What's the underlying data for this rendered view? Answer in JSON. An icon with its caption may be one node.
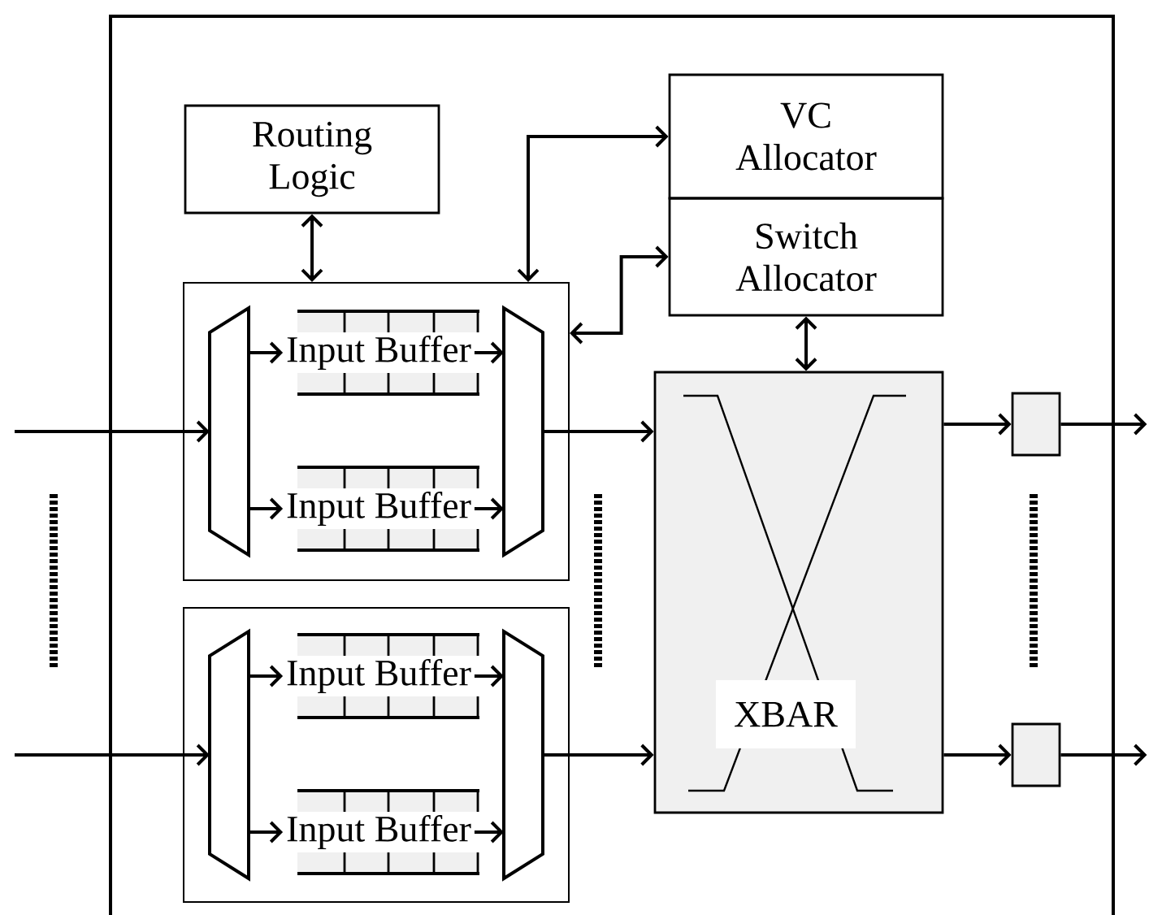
{
  "diagram": {
    "nodes": [
      {
        "text": [
          "Routing Logic"
        ]
      },
      {
        "text": [
          "VC Allocator"
        ]
      },
      {
        "text": [
          "Switch Allocator"
        ]
      },
      {
        "text": [],
        "shape": "box"
      },
      {
        "text": [],
        "shape": "trapezoid",
        "in": 3
      },
      {
        "text": [
          "Input Buffer"
        ],
        "in": 3
      },
      {
        "text": [
          "Input Buffer"
        ],
        "in": 3
      },
      {
        "text": [],
        "shape": "trapezoid",
        "in": 3
      },
      {
        "text": [],
        "shape": "box"
      },
      {
        "text": [],
        "shape": "trapezoid",
        "in": 8
      },
      {
        "text": [
          "Input Buffer"
        ],
        "in": 8
      },
      {
        "text": [
          "Input Buffer"
        ],
        "in": 8
      },
      {
        "text": [],
        "shape": "trapezoid",
        "in": 8
      },
      {
        "text": [
          "XBAR"
        ]
      },
      {
        "text": [],
        "shape": "box"
      },
      {
        "text": [],
        "shape": "box"
      }
    ],
    "edges": [
      {
        "from": null,
        "to": 4,
        "arrow": "to"
      },
      {
        "from": 4,
        "to": 5,
        "arrow": "to"
      },
      {
        "from": 4,
        "to": 6,
        "arrow": "to"
      },
      {
        "from": 5,
        "to": 7,
        "arrow": "to"
      },
      {
        "from": 6,
        "to": 7,
        "arrow": "to"
      },
      {
        "from": 7,
        "to": 13,
        "arrow": "to"
      },
      {
        "from": null,
        "to": 9,
        "arrow": "to"
      },
      {
        "from": 9,
        "to": 10,
        "arrow": "to"
      },
      {
        "from": 9,
        "to": 11,
        "arrow": "to"
      },
      {
        "from": 10,
        "to": 12,
        "arrow": "to"
      },
      {
        "from": 11,
        "to": 12,
        "arrow": "to"
      },
      {
        "from": 12,
        "to": 13,
        "arrow": "to"
      },
      {
        "from": 13,
        "to": 14,
        "arrow": "to"
      },
      {
        "from": 14,
        "to": null,
        "arrow": "to"
      },
      {
        "from": 13,
        "to": 15,
        "arrow": "to"
      },
      {
        "from": 15,
        "to": null,
        "arrow": "to"
      },
      {
        "from": 0,
        "to": 3,
        "arrow": "both"
      },
      {
        "from": 1,
        "to": 3,
        "arrow": "both"
      },
      {
        "from": 2,
        "to": 3,
        "arrow": "both"
      },
      {
        "from": 2,
        "to": 13,
        "arrow": "both"
      }
    ]
  }
}
